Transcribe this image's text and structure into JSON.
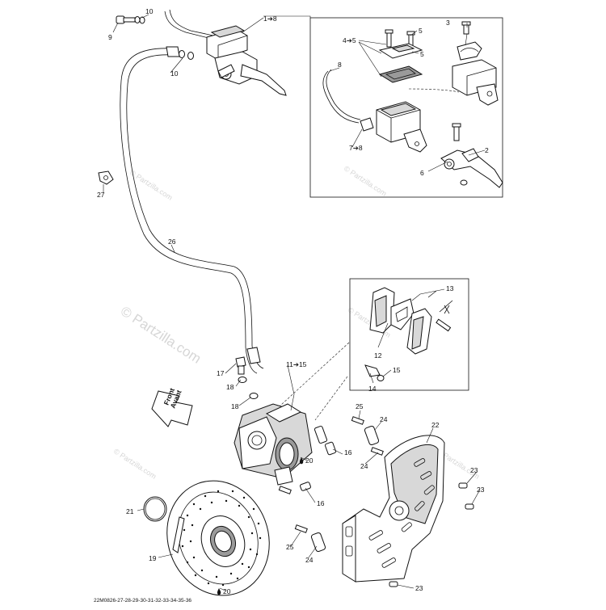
{
  "diagram": {
    "watermark_main": "© Partzilla.com",
    "watermark_small": "© Partzilla.com",
    "arrow_text": [
      "Front",
      "Avant"
    ],
    "footer_code": "22M0826-27-28-29-30-31-32-33-34-35-36",
    "callouts": {
      "c1": "1➔8",
      "c2": "2",
      "c3": "3",
      "c4": "4➔5",
      "c5a": "5",
      "c5b": "5",
      "c6": "6",
      "c7": "7➔8",
      "c8": "8",
      "c9": "9",
      "c10a": "10",
      "c10b": "10",
      "c11": "11➔15",
      "c12": "12",
      "c13": "13",
      "c14": "14",
      "c15": "15",
      "c16a": "16",
      "c16b": "16",
      "c17": "17",
      "c18a": "18",
      "c18b": "18",
      "c19": "19",
      "c20a": "20",
      "c20b": "20",
      "c21": "21",
      "c22": "22",
      "c23a": "23",
      "c23b": "23",
      "c23c": "23",
      "c24a": "24",
      "c24b": "24",
      "c24c": "24",
      "c25a": "25",
      "c25b": "25",
      "c26": "26",
      "c27": "27"
    }
  }
}
